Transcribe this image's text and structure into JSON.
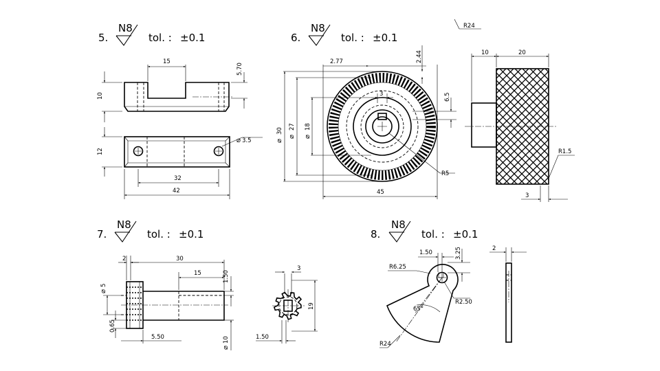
{
  "sheet": {
    "surface_symbol": "N8",
    "tolerance_label": "tol. :",
    "tolerance_value": "±0.1",
    "general_radius": "R24"
  },
  "parts": [
    {
      "number": "5.",
      "dims": [
        "15",
        "5.70",
        "10",
        "12",
        "3.5",
        "32",
        "42"
      ]
    },
    {
      "number": "6.",
      "dims": [
        "2.44",
        "2.77",
        "3",
        "6.5",
        "30",
        "27",
        "18",
        "R5",
        "45",
        "10",
        "20",
        "R1.5",
        "3"
      ]
    },
    {
      "number": "7.",
      "dims": [
        "2",
        "30",
        "15",
        "1.50",
        "5",
        "0.65",
        "5.50",
        "10",
        "3",
        "19",
        "1.50"
      ]
    },
    {
      "number": "8.",
      "dims": [
        "1.50",
        "3.25",
        "R6.25",
        "R2.50",
        "65°",
        "R24",
        "2"
      ]
    }
  ]
}
